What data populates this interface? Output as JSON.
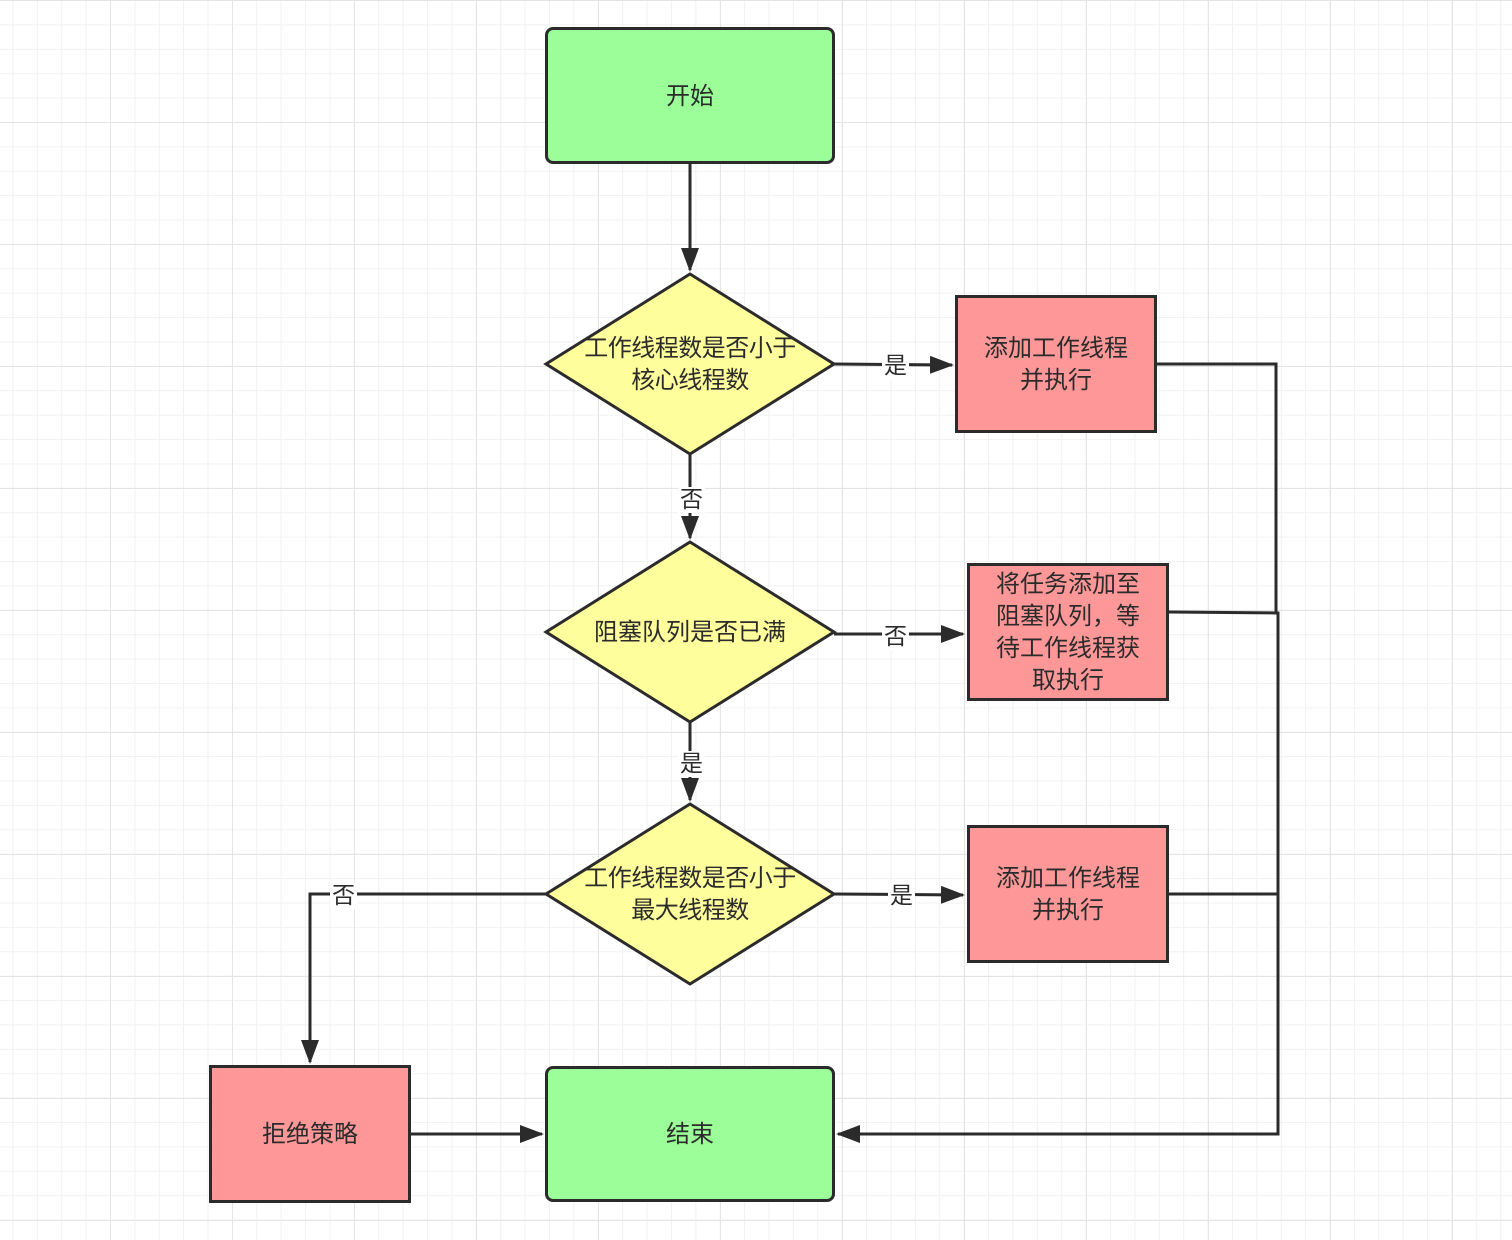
{
  "nodes": {
    "start": "开始",
    "check_core": "工作线程数是否小于\n核心线程数",
    "add_worker_core": "添加工作线程\n并执行",
    "check_queue": "阻塞队列是否已满",
    "enqueue": "将任务添加至\n阻塞队列，等\n待工作线程获\n取执行",
    "check_max": "工作线程数是否小于\n最大线程数",
    "add_worker_max": "添加工作线程\n并执行",
    "reject": "拒绝策略",
    "end": "结束"
  },
  "edge_labels": {
    "core_yes": "是",
    "core_no": "否",
    "queue_no": "否",
    "queue_yes": "是",
    "max_yes": "是",
    "max_no": "否"
  },
  "colors": {
    "terminal": "#9cfe98",
    "process": "#fe9898",
    "decision": "#fefe9c",
    "stroke": "#2b2b2b"
  }
}
